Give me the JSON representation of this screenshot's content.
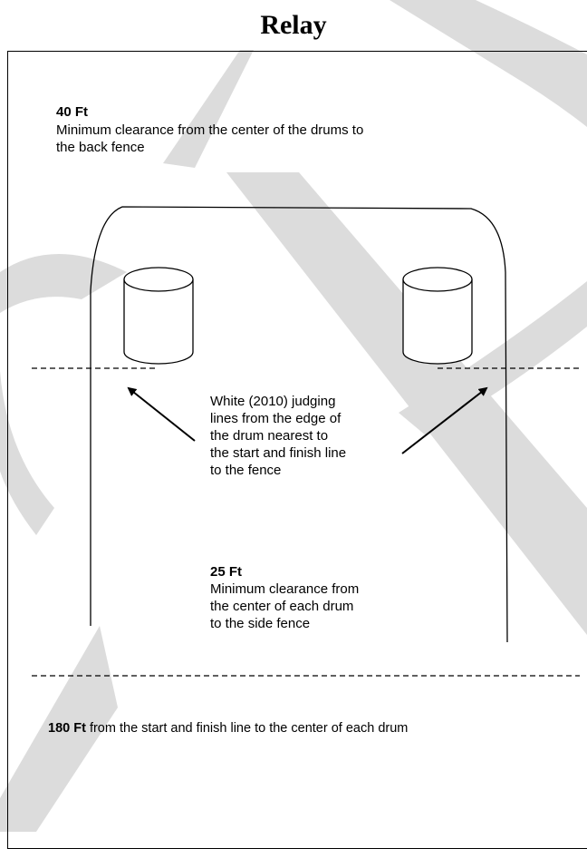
{
  "title": "Relay",
  "back_clearance": {
    "label": "40 Ft",
    "text_line1": "Minimum clearance from the center of the drums to",
    "text_line2": "the back fence"
  },
  "judging_lines": {
    "line1": "White (2010) judging",
    "line2": "lines from the edge of",
    "line3": "the drum nearest to",
    "line4": "the start and finish line",
    "line5": "to the fence"
  },
  "side_clearance": {
    "label": "25 Ft",
    "line1": "Minimum clearance from",
    "line2": "the center of each drum",
    "line3": "to the side fence"
  },
  "start_distance": {
    "label": "180 Ft",
    "text": " from the start and finish line to the center of each drum"
  },
  "colors": {
    "watermark": "#d9d9d9",
    "ink": "#000000"
  }
}
